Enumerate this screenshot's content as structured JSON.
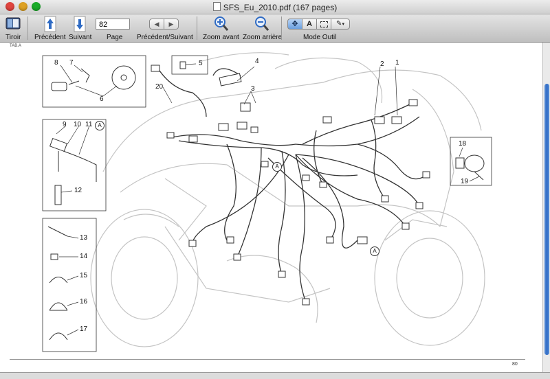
{
  "window": {
    "title": "SFS_Eu_2010.pdf (167 pages)"
  },
  "toolbar": {
    "drawer_label": "Tiroir",
    "prev_label": "Précédent",
    "next_label": "Suivant",
    "page_value": "82",
    "page_label": "Page",
    "prevnext_label": "Précédent/Suivant",
    "zoom_in_label": "Zoom avant",
    "zoom_out_label": "Zoom arrière",
    "tool_mode_label": "Mode Outil",
    "tool_mode_text_glyph": "A"
  },
  "document": {
    "tab_label": "TAB.A",
    "page_number": "80",
    "callouts": [
      "1",
      "2",
      "3",
      "4",
      "5",
      "6",
      "7",
      "8",
      "9",
      "10",
      "11",
      "12",
      "13",
      "14",
      "15",
      "16",
      "17",
      "18",
      "19",
      "20"
    ],
    "connector_marker": "A"
  },
  "colors": {
    "accent": "#3b78d8",
    "line": "#333333",
    "faint_line": "#bcbcbc"
  }
}
